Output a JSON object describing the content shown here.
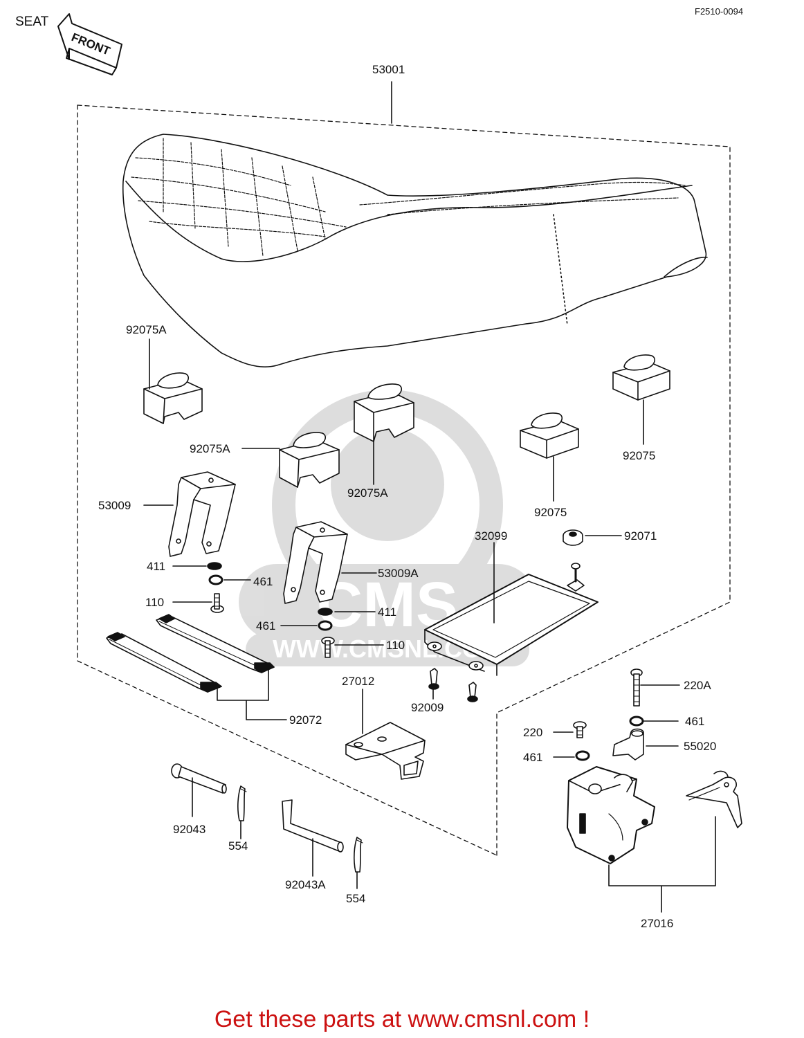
{
  "header": {
    "title": "SEAT",
    "diagram_code": "F2510-0094",
    "front_arrow_label": "FRONT"
  },
  "watermark": {
    "brand": "CMS",
    "url": "WWW.CMSNL.COM"
  },
  "part_labels": {
    "p53001": "53001",
    "p92075a_1": "92075A",
    "p92075a_2": "92075A",
    "p92075a_3": "92075A",
    "p92075_1": "92075",
    "p92075_2": "92075",
    "p53009": "53009",
    "p53009a": "53009A",
    "p32099": "32099",
    "p92071": "92071",
    "p411_1": "411",
    "p461_1": "461",
    "p110_1": "110",
    "p411_2": "411",
    "p461_2": "461",
    "p110_2": "110",
    "p92072": "92072",
    "p27012": "27012",
    "p92009": "92009",
    "p220a": "220A",
    "p461_3": "461",
    "p220": "220",
    "p461_4": "461",
    "p55020": "55020",
    "p92043": "92043",
    "p554_1": "554",
    "p92043a": "92043A",
    "p554_2": "554",
    "p27016": "27016"
  },
  "footer": {
    "link_text": "Get these parts at www.cmsnl.com !",
    "link_color": "#cc1111"
  }
}
